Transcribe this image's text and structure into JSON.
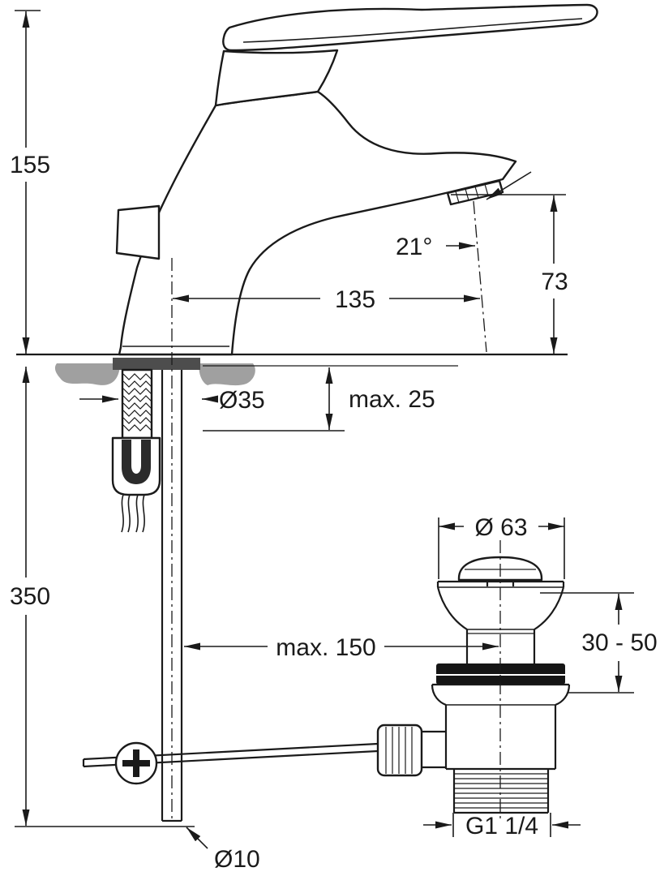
{
  "drawing": {
    "kind": "technical-dimension-drawing",
    "colors": {
      "line": "#1a1a1a",
      "counter_material": "#a0a0a0",
      "seal_gasket": "#4d4d4d",
      "rubber_washer": "#151515",
      "background": "#ffffff"
    }
  },
  "labels": {
    "height_above_deck": "155",
    "depth_below_deck": "350",
    "spout_reach": "135",
    "spout_height": "73",
    "spout_angle": "21°",
    "mounting_hole_dia": "Ø35",
    "deck_thickness": "max. 25",
    "waste_flange_dia": "Ø 63",
    "waste_adjust_range": "30 - 50",
    "rod_distance": "max. 150",
    "waste_thread": "G1 1/4",
    "rod_dia": "Ø10"
  }
}
